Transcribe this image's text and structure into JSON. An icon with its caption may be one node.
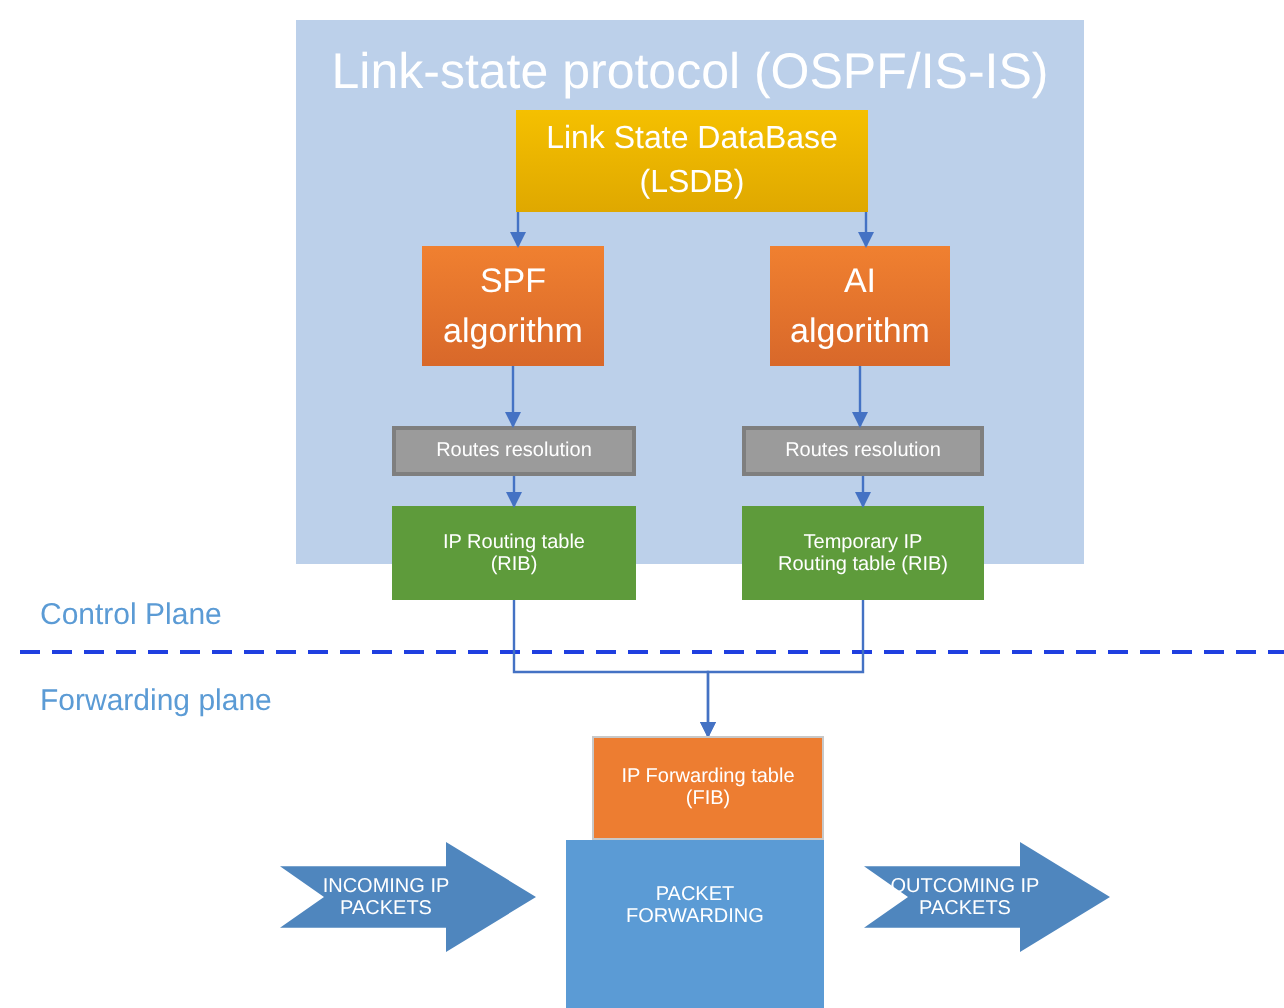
{
  "diagram": {
    "nodes": [
      {
        "text": [
          "Link-state protocol (OSPF/IS-IS)"
        ]
      },
      {
        "text": [
          "Link State DataBase (LSDB)"
        ],
        "in": 0
      },
      {
        "text": [
          "SPF algorithm"
        ],
        "in": 0
      },
      {
        "text": [
          "AI algorithm"
        ],
        "in": 0
      },
      {
        "text": [
          "Routes resolution"
        ],
        "in": 0
      },
      {
        "text": [
          "Routes resolution"
        ],
        "in": 0
      },
      {
        "text": [
          "IP Routing table (RIB)"
        ]
      },
      {
        "text": [
          "Temporary IP Routing table (RIB)"
        ]
      },
      {
        "text": [
          "IP Forwarding table (FIB)"
        ]
      },
      {
        "text": [
          "PACKET FORWARDING"
        ]
      },
      {
        "text": [
          "INCOMING IP PACKETS"
        ]
      },
      {
        "text": [
          "OUTCOMING IP PACKETS"
        ]
      }
    ],
    "edges": [
      {
        "from": 1,
        "to": 2,
        "arrow": "to"
      },
      {
        "from": 1,
        "to": 3,
        "arrow": "to"
      },
      {
        "from": 2,
        "to": 4,
        "arrow": "to"
      },
      {
        "from": 3,
        "to": 5,
        "arrow": "to"
      },
      {
        "from": 4,
        "to": 6,
        "arrow": "to"
      },
      {
        "from": 5,
        "to": 7,
        "arrow": "to"
      },
      {
        "from": 6,
        "to": 8,
        "arrow": "to"
      },
      {
        "from": 7,
        "to": 8,
        "arrow": "to"
      }
    ],
    "labels": [
      "Control Plane",
      "Forwarding plane"
    ]
  }
}
